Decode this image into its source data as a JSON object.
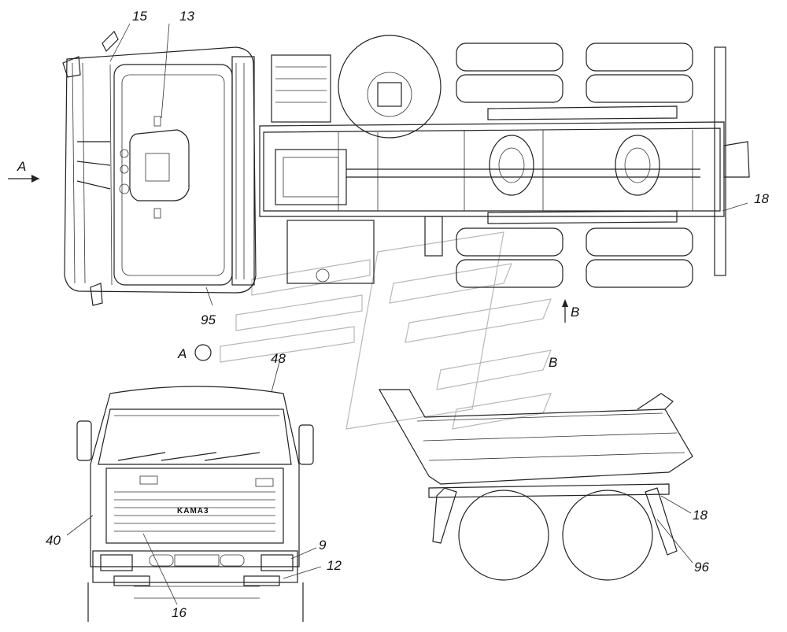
{
  "callouts": {
    "c15": "15",
    "c13": "13",
    "c18_top": "18",
    "c95": "95",
    "c48": "48",
    "c40": "40",
    "c9": "9",
    "c12": "12",
    "c16": "16",
    "c18_side": "18",
    "c96": "96"
  },
  "view_labels": {
    "arrow_a": "A",
    "view_a": "A",
    "arrow_b": "B",
    "view_b": "B"
  },
  "grille_text": "KAMA3"
}
